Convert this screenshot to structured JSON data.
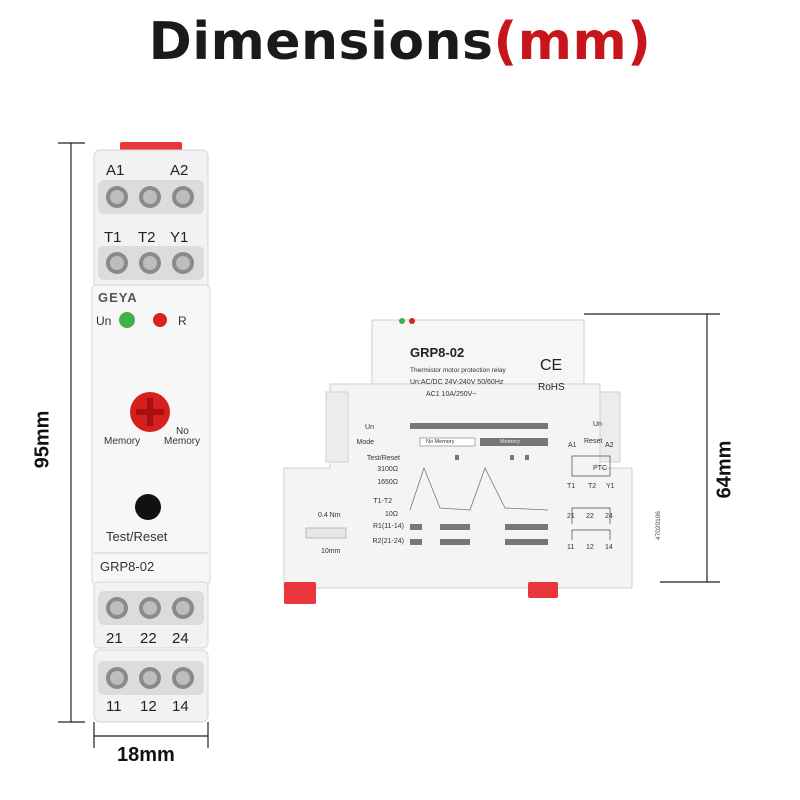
{
  "title": {
    "main": "Dimensions",
    "unit": "(mm)"
  },
  "dimensions": {
    "height": "95mm",
    "width": "18mm",
    "side_height": "64mm"
  },
  "front": {
    "top_terminals": [
      "A1",
      "A2"
    ],
    "mid_terminals": [
      "T1",
      "T2",
      "Y1"
    ],
    "brand": "GEYA",
    "led_un": "Un",
    "led_r": "R",
    "knob_left": "Memory",
    "knob_right_1": "No",
    "knob_right_2": "Memory",
    "button_label": "Test/Reset",
    "model": "GRP8-02",
    "bottom_terminals_1": [
      "21",
      "22",
      "24"
    ],
    "bottom_terminals_2": [
      "11",
      "12",
      "14"
    ]
  },
  "side": {
    "model": "GRP8-02",
    "desc": "Thermistor motor protection relay",
    "supply": "Un:AC/DC 24V-240V 50/60Hz",
    "contact": "AC1 10A/250V~",
    "ce": "CE",
    "rohs": "RoHS",
    "chart_rows": [
      "Un",
      "Mode",
      "Test/Reset",
      "3100Ω",
      "1650Ω",
      "T1-T2",
      "10Ω",
      "R1(11-14)",
      "R2(21-24)"
    ],
    "mode_a": "No Memory",
    "mode_b": "Memory",
    "torque": "0.4 Nm",
    "strip": "10mm",
    "wiring_top": [
      "Un",
      "A1",
      "Reset",
      "A2"
    ],
    "wiring_ptc": "PTC",
    "wiring_t": [
      "T1",
      "T2",
      "Y1"
    ],
    "wiring_r2": [
      "21",
      "22",
      "24"
    ],
    "wiring_r1": [
      "11",
      "12",
      "14"
    ],
    "serial": "47020106"
  }
}
